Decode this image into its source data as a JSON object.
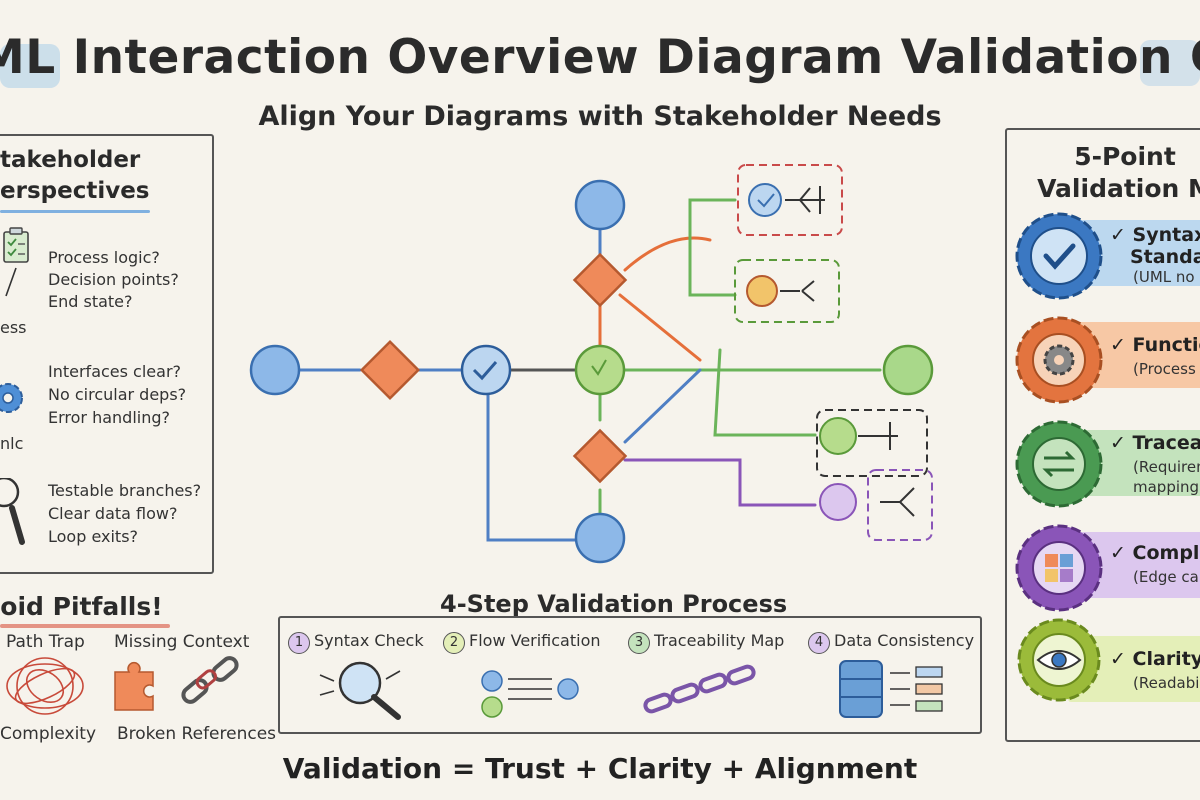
{
  "header": {
    "title": "ML Interaction Overview Diagram Validation Checkl",
    "subtitle": "Align Your Diagrams with Stakeholder Needs"
  },
  "stakeholders": {
    "title_line1": "takeholder",
    "title_line2": "erspectives",
    "groups": [
      {
        "role": "ess",
        "questions": [
          "Process logic?",
          "Decision points?",
          "End state?"
        ]
      },
      {
        "role": "nlc",
        "questions": [
          "Interfaces clear?",
          "No circular deps?",
          "Error handling?"
        ]
      },
      {
        "role": "",
        "questions": [
          "Testable branches?",
          "Clear data flow?",
          "Loop exits?"
        ]
      }
    ]
  },
  "pitfalls": {
    "title": "void Pitfalls!",
    "items": [
      {
        "top_label": "Path Trap",
        "bottom_label": "Complexity"
      },
      {
        "top_label": "Missing Context",
        "bottom_label": "Broken References"
      }
    ]
  },
  "process": {
    "title": "4-Step Validation Process",
    "steps": [
      {
        "num": "1",
        "label": "Syntax Check",
        "color": "#c9a6dc"
      },
      {
        "num": "2",
        "label": "Flow Verification",
        "color": "#cfe49a"
      },
      {
        "num": "3",
        "label": "Traceability Map",
        "color": "#a9d9a4"
      },
      {
        "num": "4",
        "label": "Data Consistency",
        "color": "#c9a6dc"
      }
    ]
  },
  "formula": "Validation = Trust + Clarity + Alignment",
  "matrix": {
    "title_line1": "5-Point",
    "title_line2": "Validation M",
    "items": [
      {
        "name": "✓ Syntax",
        "name2": "Standar",
        "desc": "(UML no",
        "color": "#3b78c2",
        "bar": "#bcd8ef",
        "icon": "check-icon"
      },
      {
        "name": "✓ Functio",
        "name2": "",
        "desc": "(Process",
        "color": "#e3743f",
        "bar": "#f7c8a5",
        "icon": "gear-icon"
      },
      {
        "name": "✓ Traceab",
        "name2": "",
        "desc": "(Requirem",
        "desc2": "mapping)",
        "color": "#4a9a52",
        "bar": "#c4e3bd",
        "icon": "arrows-icon"
      },
      {
        "name": "✓ Comple",
        "name2": "",
        "desc": "(Edge ca",
        "color": "#8a55b8",
        "bar": "#dcc7ee",
        "icon": "puzzle-icon"
      },
      {
        "name": "✓ Clarity",
        "name2": "",
        "desc": "(Readabi",
        "color": "#9bbb3a",
        "bar": "#e4efb8",
        "icon": "eye-icon"
      }
    ]
  },
  "colors": {
    "blue": "#6a9fd6",
    "orange": "#ef8a5a",
    "green": "#9ccc6b",
    "purple": "#a67cc9",
    "ink": "#2a2a2a"
  }
}
